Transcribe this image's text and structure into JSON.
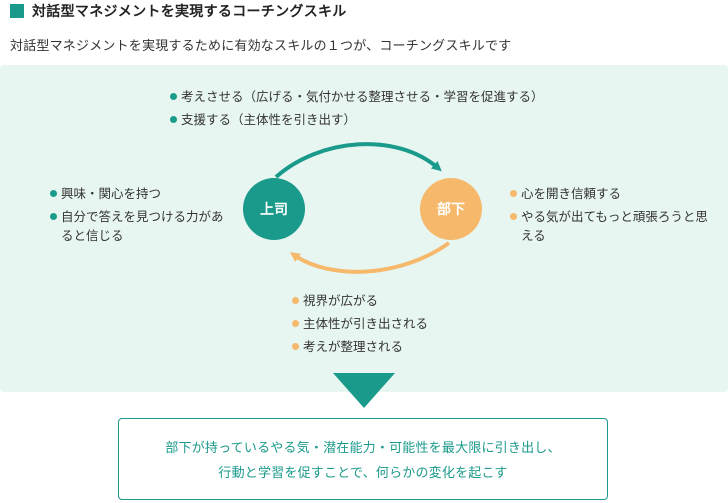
{
  "heading": "対話型マネジメントを実現するコーチングスキル",
  "intro": "対話型マネジメントを実現するために有効なスキルの１つが、コーチングスキルです",
  "boss": {
    "label": "上司"
  },
  "subordinate": {
    "label": "部下"
  },
  "top_items": [
    "考えさせる（広げる・気付かせる整理させる・学習を促進する）",
    "支援する（主体性を引き出す）"
  ],
  "left_items": [
    "興味・関心を持つ",
    "自分で答えを見つける力があると信じる"
  ],
  "right_items": [
    "心を開き信頼する",
    "やる気が出てもっと頑張ろうと思える"
  ],
  "bottom_items": [
    "視界が広がる",
    "主体性が引き出される",
    "考えが整理される"
  ],
  "result": {
    "line1": "部下が持っているやる気・潜在能力・可能性を最大限に引き出し、",
    "line2": "行動と学習を促すことで、何らかの変化を起こす"
  },
  "colors": {
    "teal": "#1a9a8a",
    "orange": "#f6b96b",
    "panel": "#e8f6f2"
  }
}
